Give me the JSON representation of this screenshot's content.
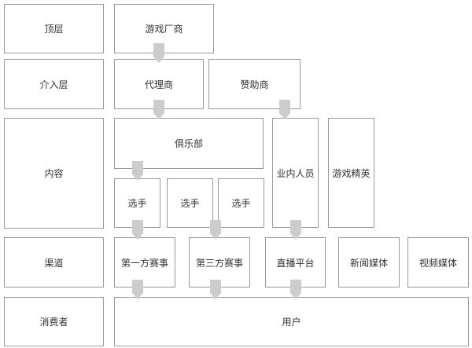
{
  "layers": {
    "top": "顶层",
    "intermediary": "介入层",
    "content": "内容",
    "channel": "渠道",
    "consumer": "消费者"
  },
  "nodes": {
    "game_developer": "游戏厂商",
    "agent": "代理商",
    "sponsor": "赞助商",
    "club": "俱乐部",
    "player1": "选手",
    "player2": "选手",
    "player3": "选手",
    "industry_insiders": "业内人员",
    "game_elite": "游戏精英",
    "first_party_event": "第一方赛事",
    "third_party_event": "第三方赛事",
    "live_platform": "直播平台",
    "news_media": "新闻媒体",
    "video_media": "视频媒体",
    "users": "用户"
  },
  "colors": {
    "border": "#9a9a9a",
    "arrow": "#cccccc",
    "text": "#333333"
  }
}
